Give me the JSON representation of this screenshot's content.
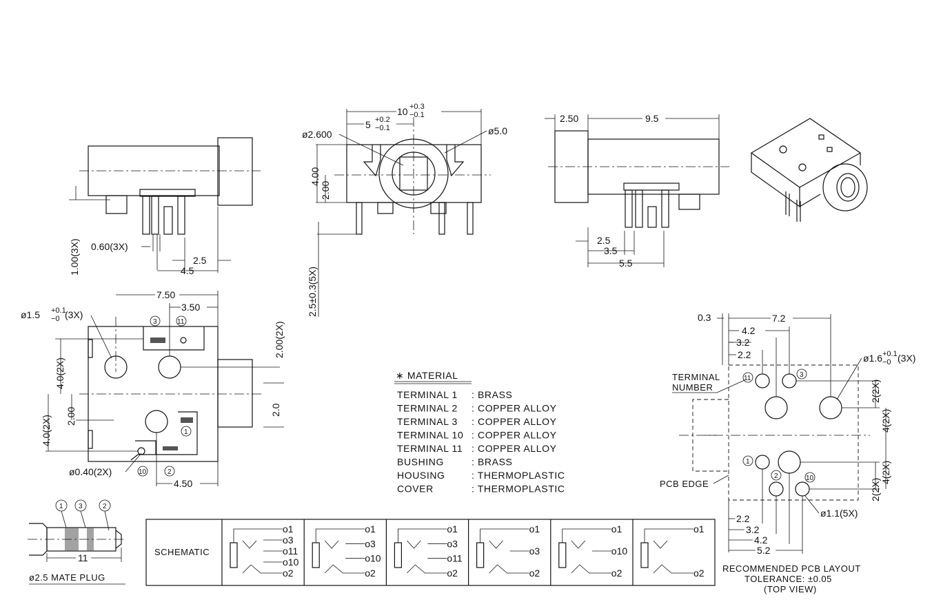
{
  "dimensions": {
    "front": {
      "d1": "1.00(3X)",
      "d2": "0.60(3X)",
      "d3": "2.5",
      "d4": "4.5"
    },
    "topcenter": {
      "w10": "10",
      "w10_tol_up": "+0.3",
      "w10_tol_dn": "−0.1",
      "w5": "5",
      "w5_tol_up": "+0.2",
      "w5_tol_dn": "−0.1",
      "d2600": "ø2.600",
      "d50": "ø5.0",
      "h400": "4.00",
      "h200": "2.00",
      "pin": "2.5±0.3(5X)"
    },
    "side": {
      "d250": "2.50",
      "d95": "9.5",
      "d25": "2.5",
      "d35": "3.5",
      "d55": "5.5"
    },
    "bottomview": {
      "d750": "7.50",
      "d350": "3.50",
      "hole": "ø1.5",
      "hole_tol_up": "+0.1",
      "hole_tol_dn": "−0",
      "hole_qty": "(3X)",
      "v200_2x": "2.00(2X)",
      "v40_2x_a": "4.0(2X)",
      "v200": "2.00",
      "v40_2x_b": "4.0(2X)",
      "v20": "2.0",
      "small_hole": "ø0.40(2X)",
      "d450": "4.50"
    },
    "pcb": {
      "d03": "0.3",
      "d72": "7.2",
      "d42": "4.2",
      "d32": "3.2",
      "d22": "2.2",
      "hole": "ø1.6",
      "hole_tol_up": "+0.1",
      "hole_tol_dn": "−0",
      "hole_qty": "(3X)",
      "terminal": "TERMINAL",
      "number": "NUMBER",
      "v2_2x_a": "2(2X)",
      "v4_2x_a": "4(2X)",
      "v2_2x_b": "2(2X)",
      "v4_2x_b": "4(2X)",
      "edge": "PCB EDGE",
      "small_hole": "ø1.1(5X)",
      "b22": "2.2",
      "b32": "3.2",
      "b42": "4.2",
      "b52": "5.2",
      "rec1": "RECOMMENDED PCB LAYOUT",
      "rec2": "TOLERANCE: ±0.05",
      "rec3": "(TOP VIEW)"
    }
  },
  "pins": {
    "p1": "1",
    "p2": "2",
    "p3": "3",
    "p10": "10",
    "p11": "11"
  },
  "material": {
    "title": "∗ MATERIAL",
    "rows": [
      {
        "k": "TERMINAL  1",
        "v": ": BRASS"
      },
      {
        "k": "TERMINAL  2",
        "v": ": COPPER  ALLOY"
      },
      {
        "k": "TERMINAL  3",
        "v": ": COPPER  ALLOY"
      },
      {
        "k": "TERMINAL 10",
        "v": ": COPPER  ALLOY"
      },
      {
        "k": "TERMINAL 11",
        "v": ": COPPER  ALLOY"
      },
      {
        "k": "BUSHING",
        "v": ": BRASS"
      },
      {
        "k": "HOUSING",
        "v": ": THERMOPLASTIC"
      },
      {
        "k": "COVER",
        "v": ": THERMOPLASTIC"
      }
    ]
  },
  "plug": {
    "label": "ø2.5 MATE PLUG",
    "length": "11"
  },
  "schematic": {
    "label": "SCHEMATIC",
    "cells": [
      [
        "o1",
        "o3",
        "o11",
        "o10",
        "o2"
      ],
      [
        "o1",
        "o3",
        "o10",
        "o2"
      ],
      [
        "o1",
        "o3",
        "o11",
        "o2"
      ],
      [
        "o1",
        "o3",
        "o2"
      ],
      [
        "o1",
        "o10",
        "o2"
      ],
      [
        "o1",
        "o2"
      ]
    ]
  }
}
